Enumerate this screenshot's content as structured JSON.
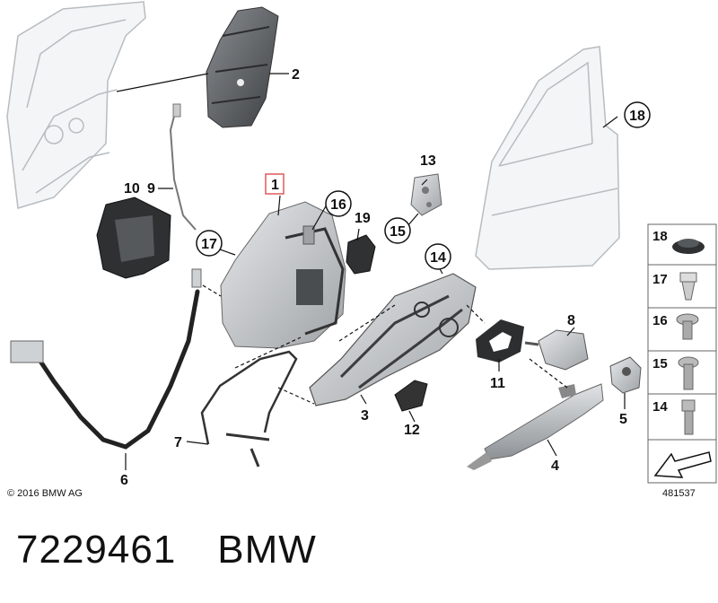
{
  "copyright": "© 2016 BMW AG",
  "diagram_number": "481537",
  "caption": {
    "part_number": "7229461",
    "brand": "BMW"
  },
  "callouts": {
    "c1": "1",
    "c2": "2",
    "c3": "3",
    "c4": "4",
    "c5": "5",
    "c6": "6",
    "c7": "7",
    "c8": "8",
    "c9": "9",
    "c10": "10",
    "c11": "11",
    "c12": "12",
    "c13": "13",
    "c14": "14",
    "c15": "15",
    "c16": "16",
    "c17": "17",
    "c18": "18",
    "c19": "19"
  },
  "side_panel": {
    "items": [
      {
        "label": "18",
        "icon": "rubber-plug-icon"
      },
      {
        "label": "17",
        "icon": "clip-icon"
      },
      {
        "label": "16",
        "icon": "torx-screw-icon"
      },
      {
        "label": "15",
        "icon": "torx-bolt-icon"
      },
      {
        "label": "14",
        "icon": "hex-bolt-icon"
      }
    ]
  },
  "colors": {
    "highlight_box": "#e05a5a",
    "line": "#111111",
    "part_fill": "#d6d8da",
    "part_dark": "#55585b"
  }
}
